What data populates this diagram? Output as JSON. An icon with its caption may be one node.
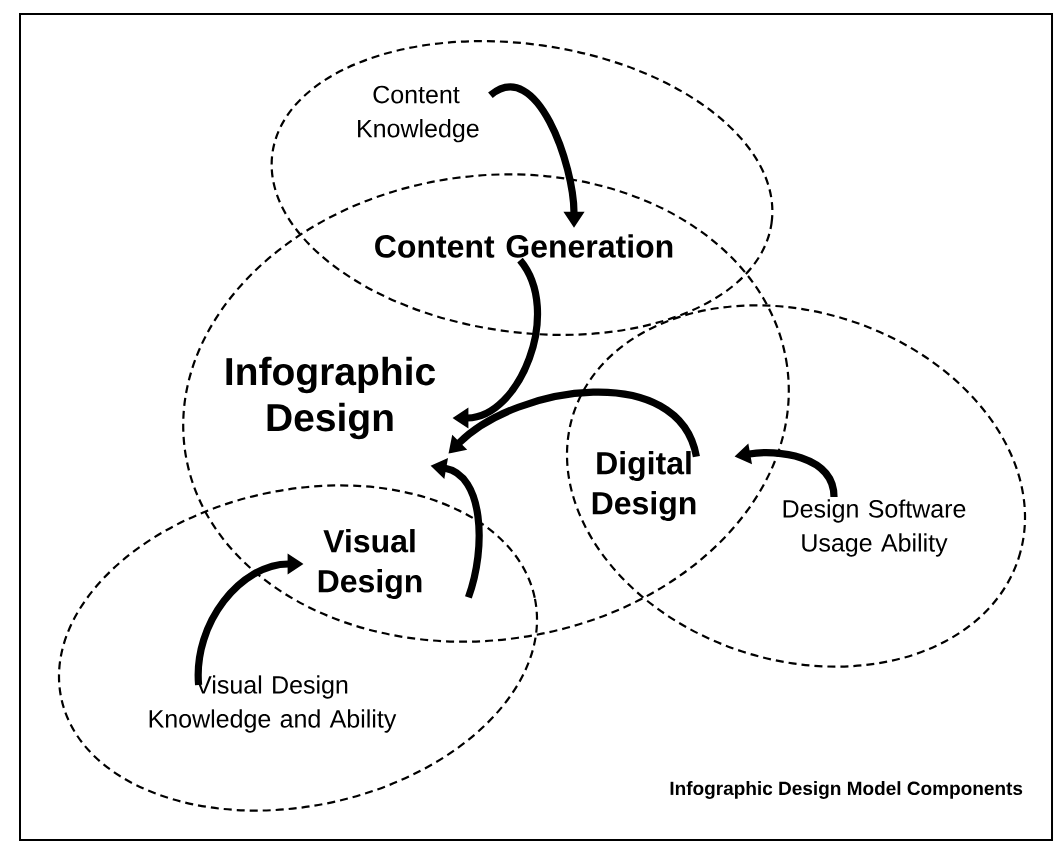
{
  "diagram": {
    "caption": "Infographic Design Model Components",
    "nodes": [
      {
        "text": [],
        "shape": "ellipse"
      },
      {
        "text": [],
        "shape": "ellipse"
      },
      {
        "text": [],
        "shape": "ellipse"
      },
      {
        "text": [],
        "shape": "ellipse"
      },
      {
        "text": [
          "Content Knowledge"
        ],
        "in": 0
      },
      {
        "text": [
          "Content Generation"
        ]
      },
      {
        "text": [
          "Infographic Design"
        ],
        "in": 1
      },
      {
        "text": [
          "Digital Design"
        ]
      },
      {
        "text": [
          "Design Software Usage Ability"
        ],
        "in": 2
      },
      {
        "text": [
          "Visual Design"
        ]
      },
      {
        "text": [
          "Visual Design Knowledge and Ability"
        ],
        "in": 3
      }
    ],
    "edges": [
      {
        "from": 4,
        "to": 5,
        "arrow": "to"
      },
      {
        "from": 5,
        "to": 6,
        "arrow": "to"
      },
      {
        "from": 7,
        "to": 6,
        "arrow": "to"
      },
      {
        "from": 8,
        "to": 7,
        "arrow": "to"
      },
      {
        "from": 9,
        "to": 6,
        "arrow": "to"
      },
      {
        "from": 10,
        "to": 9,
        "arrow": "to"
      }
    ]
  }
}
